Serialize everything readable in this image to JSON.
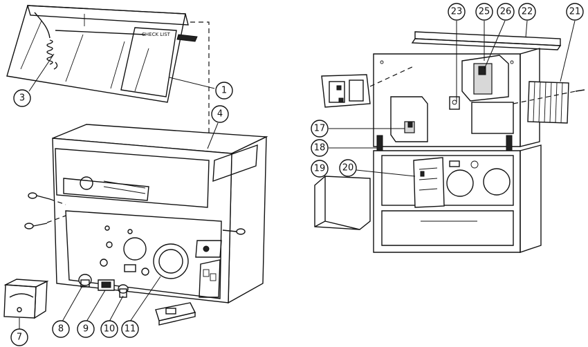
{
  "drawing": {
    "cover_label": "CHECK LIST"
  },
  "callouts": {
    "c1": "1",
    "c3": "3",
    "c4": "4",
    "c7": "7",
    "c8": "8",
    "c9": "9",
    "c10": "10",
    "c11": "11",
    "c17": "17",
    "c18": "18",
    "c19": "19",
    "c20": "20",
    "c21": "21",
    "c22": "22",
    "c23": "23",
    "c25": "25",
    "c26": "26"
  }
}
